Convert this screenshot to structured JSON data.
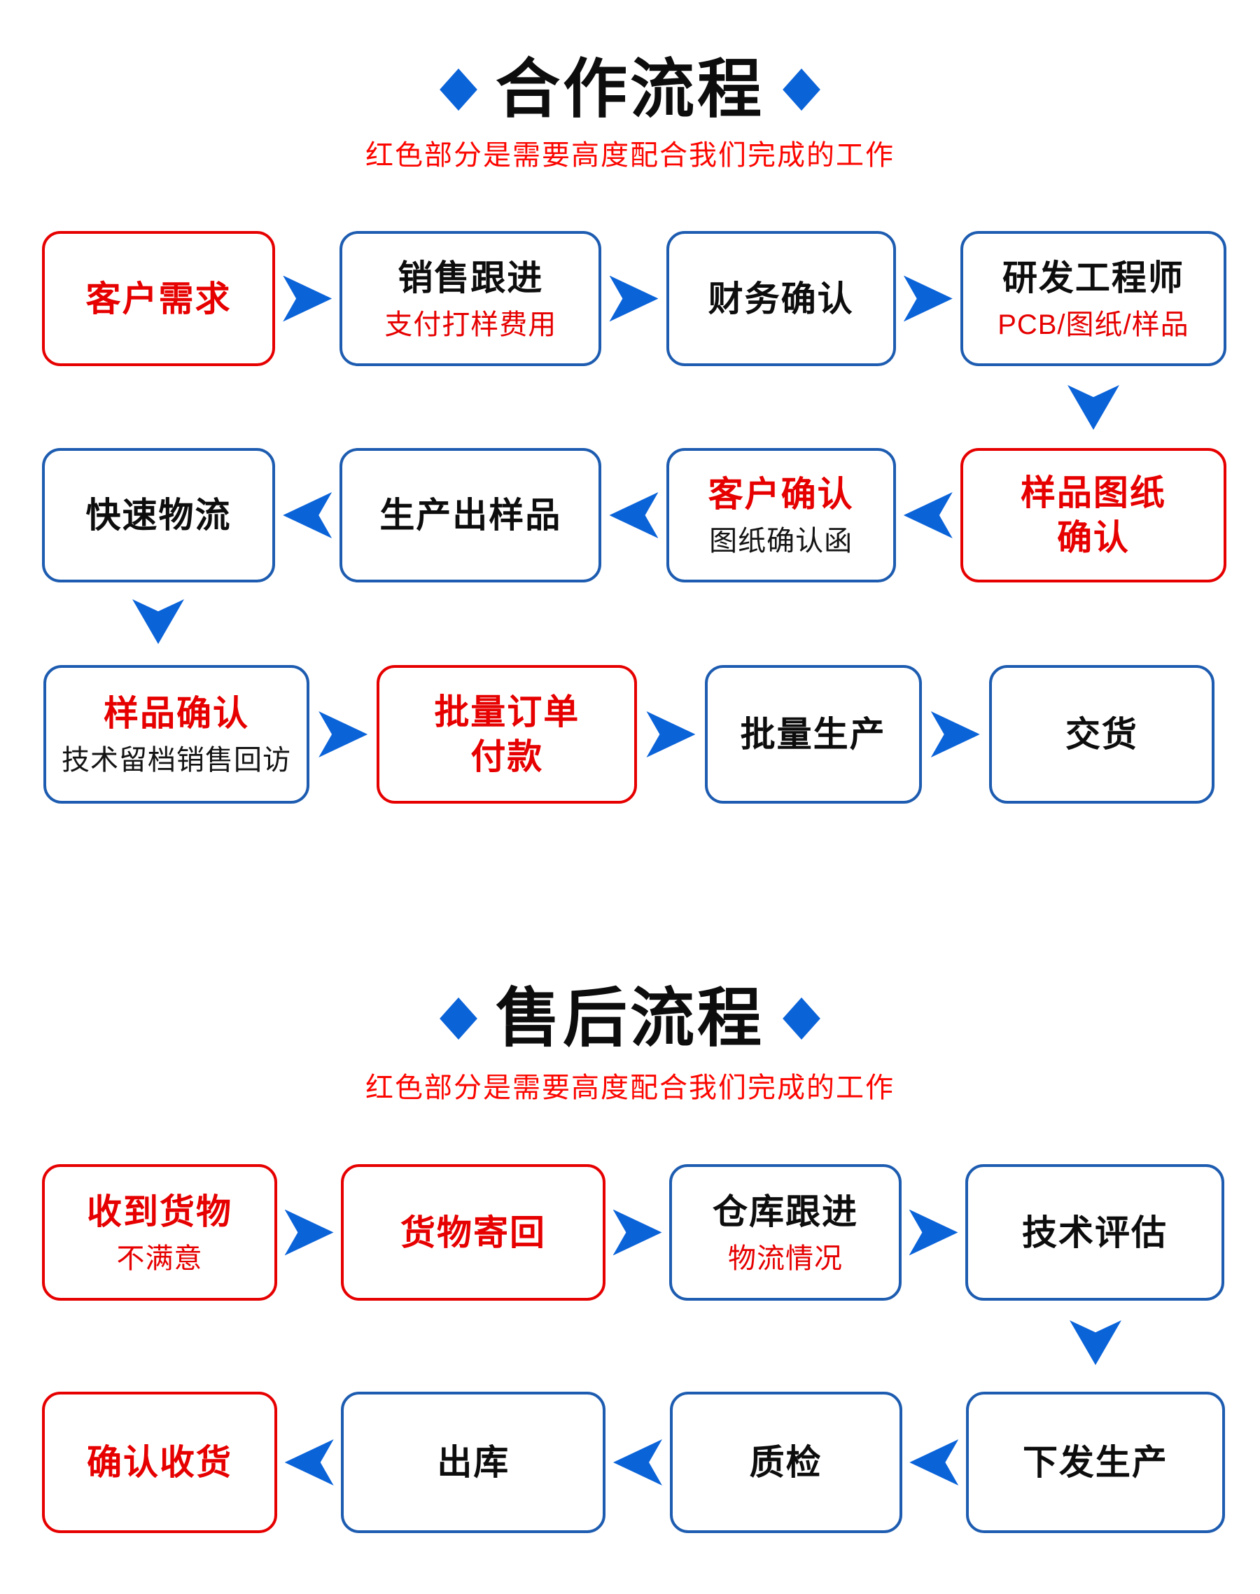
{
  "colors": {
    "arrow_and_diamond_blue": "#0b63d8",
    "box_border_blue": "#1d5cb0",
    "accent_red": "#e60000",
    "subtitle_red": "#fb0600",
    "text_black": "#0d0d0d"
  },
  "coop": {
    "title": "合作流程",
    "subtitle": "红色部分是需要高度配合我们完成的工作",
    "r1": [
      {
        "title": "客户需求"
      },
      {
        "title": "销售跟进",
        "sub": "支付打样费用"
      },
      {
        "title": "财务确认"
      },
      {
        "title": "研发工程师",
        "sub": "PCB/图纸/样品"
      }
    ],
    "r2": [
      {
        "title": "快速物流"
      },
      {
        "title": "生产出样品"
      },
      {
        "title": "客户确认",
        "sub": "图纸确认函"
      },
      {
        "line1": "样品图纸",
        "line2": "确认"
      }
    ],
    "r3": [
      {
        "title": "样品确认",
        "sub": "技术留档销售回访"
      },
      {
        "line1": "批量订单",
        "line2": "付款"
      },
      {
        "title": "批量生产"
      },
      {
        "title": "交货"
      }
    ]
  },
  "after": {
    "title": "售后流程",
    "subtitle": "红色部分是需要高度配合我们完成的工作",
    "r1": [
      {
        "title": "收到货物",
        "sub": "不满意"
      },
      {
        "title": "货物寄回"
      },
      {
        "title": "仓库跟进",
        "sub": "物流情况"
      },
      {
        "title": "技术评估"
      }
    ],
    "r2": [
      {
        "title": "确认收货"
      },
      {
        "title": "出库"
      },
      {
        "title": "质检"
      },
      {
        "title": "下发生产"
      }
    ]
  }
}
